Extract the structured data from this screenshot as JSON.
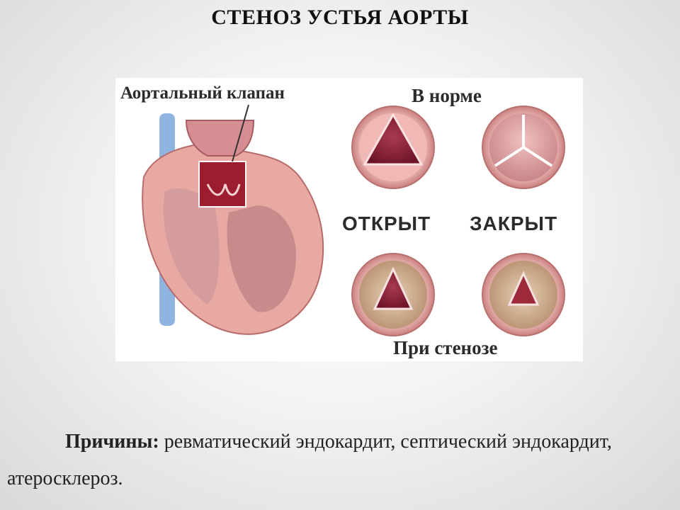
{
  "slide": {
    "title": "СТЕНОЗ УСТЬЯ АОРТЫ"
  },
  "figure": {
    "label_valve": "Аортальный клапан",
    "label_normal": "В норме",
    "label_open": "ОТКРЫТ",
    "label_closed": "ЗАКРЫТ",
    "label_stenosis": "При стенозе"
  },
  "causes": {
    "heading": "Причины:",
    "text": " ревматический эндокардит, септический эндокардит, атеросклероз."
  },
  "colors": {
    "heart_tissue": "#e8a9a3",
    "valve_dark": "#8a1f35",
    "valve_ring": "#d99b9b",
    "aorta_blue": "#8fb4e0"
  }
}
